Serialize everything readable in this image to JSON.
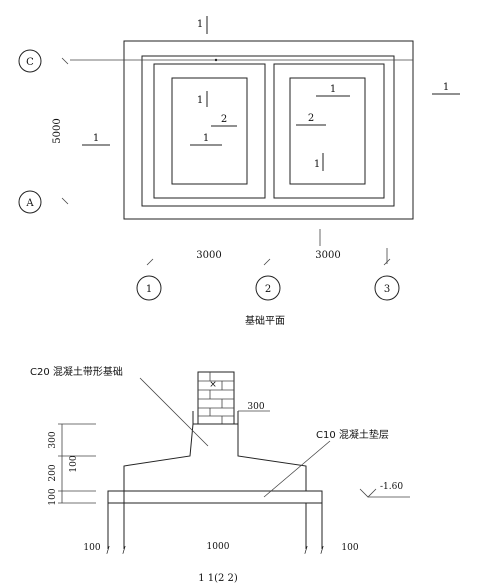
{
  "plan": {
    "title": "基础平面",
    "grid_labels": {
      "c": "C",
      "a": "A",
      "g1": "1",
      "g2": "2",
      "g3": "3"
    },
    "dims": {
      "left_span": "3000",
      "right_span": "3000",
      "height": "5000"
    },
    "section_marks": {
      "top": "1",
      "right": "1",
      "left": "1",
      "room1_sec1": "1",
      "room1_sec2": "2",
      "room1_sec3": "1",
      "room2_sec1": "1",
      "room2_sec2": "2",
      "room2_sec3": "1"
    }
  },
  "section": {
    "title": "1  1(2  2)",
    "label_strip": "C20 混凝土带形基础",
    "label_pad": "C10 混凝土垫层",
    "dims": {
      "wall_offset": "300",
      "d300": "300",
      "d200": "200",
      "d100_left": "100",
      "d100_inner": "100",
      "width_left": "100",
      "width_mid": "1000",
      "width_right": "100"
    },
    "elevation": "-1.60"
  }
}
